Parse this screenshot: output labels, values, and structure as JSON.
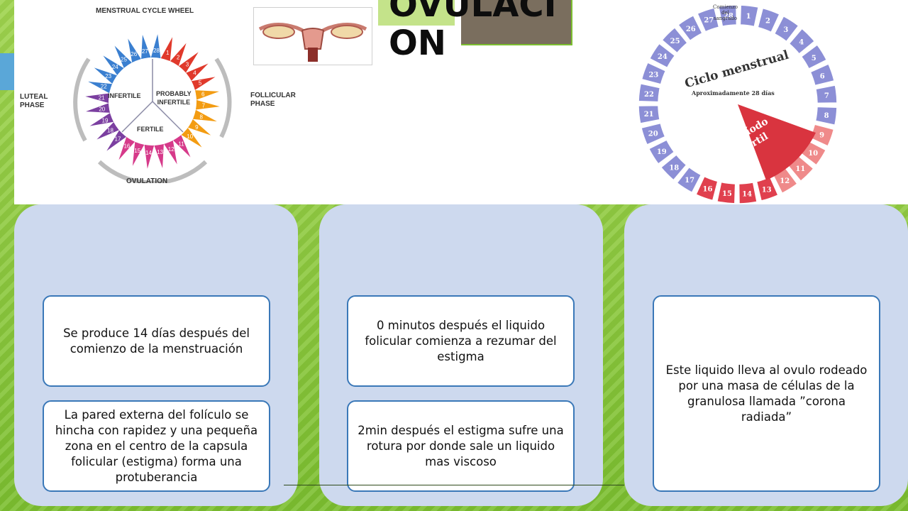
{
  "slide": {
    "title": "OVULACI\nON"
  },
  "left_diagram": {
    "title": "MENSTRUAL CYCLE WHEEL",
    "luteal": "LUTEAL\nPHASE",
    "follicular": "FOLLICULAR\nPHASE",
    "ovulation": "OVULATION",
    "infertile": "INFERTILE",
    "probably": "PROBABLY\nINFERTILE",
    "fertile": "FERTILE",
    "day_numbers": [
      "1",
      "2",
      "3",
      "4",
      "5",
      "6",
      "7",
      "8",
      "9",
      "10",
      "11",
      "12",
      "13",
      "14",
      "15",
      "16",
      "17",
      "18",
      "19",
      "20",
      "21",
      "22",
      "23",
      "24",
      "25",
      "26",
      "27",
      "28"
    ]
  },
  "right_diagram": {
    "title": "Ciclo menstrual",
    "subtitle": "Aproximadamente 28 días",
    "fertile_label": "Período\nfértil",
    "comienzo": "Comienzo\ndel\nsangrado",
    "day_numbers": [
      "1",
      "2",
      "3",
      "4",
      "5",
      "6",
      "7",
      "8",
      "9",
      "10",
      "11",
      "12",
      "13",
      "14",
      "15",
      "16",
      "17",
      "18",
      "19",
      "20",
      "21",
      "22",
      "23",
      "24",
      "25",
      "26",
      "27",
      "28"
    ]
  },
  "cards": [
    {
      "boxes": [
        "Se produce 14 días después del comienzo de la menstruación",
        "La pared externa del folículo se hincha con rapidez y una pequeña zona en el centro de la capsula folicular (estigma) forma una protuberancia"
      ]
    },
    {
      "boxes": [
        "0 minutos después el liquido folicular comienza a rezumar del estigma",
        "2min después el estigma sufre una rotura por donde sale un liquido mas viscoso"
      ]
    },
    {
      "boxes": [
        "Este liquido lleva al ovulo rodeado por una masa de células de la granulosa llamada ”corona radiada”"
      ]
    }
  ],
  "colors": {
    "background": "#7ec234",
    "card": "#cdd9ee",
    "box_border": "#3a78b8",
    "title_gray": "#7a6e5e",
    "title_green": "#c4e38a"
  }
}
